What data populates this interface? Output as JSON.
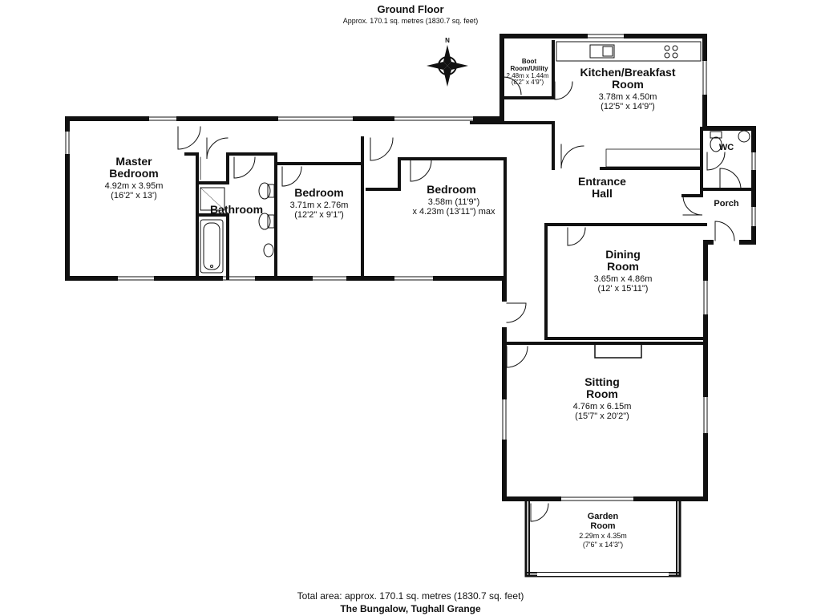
{
  "header": {
    "title": "Ground Floor",
    "subtitle": "Approx. 170.1 sq. metres (1830.7 sq. feet)"
  },
  "compass": {
    "north_label": "N"
  },
  "rooms": {
    "master_bedroom": {
      "name1": "Master",
      "name2": "Bedroom",
      "dim1": "4.92m x 3.95m",
      "dim2": "(16'2\" x 13')"
    },
    "bathroom": {
      "name": "Bathroom"
    },
    "bedroom_2": {
      "name": "Bedroom",
      "dim1": "3.71m x 2.76m",
      "dim2": "(12'2\" x 9'1\")"
    },
    "bedroom_3": {
      "name": "Bedroom",
      "dim1": "3.58m (11'9\")",
      "dim2": "x 4.23m (13'11\") max"
    },
    "boot_room": {
      "name1": "Boot",
      "name2": "Room/Utility",
      "dim1": "2.48m x 1.44m",
      "dim2": "(8'2\" x 4'9\")"
    },
    "kitchen": {
      "name1": "Kitchen/Breakfast",
      "name2": "Room",
      "dim1": "3.78m x 4.50m",
      "dim2": "(12'5\" x 14'9\")"
    },
    "wc": {
      "name": "WC"
    },
    "entrance_hall": {
      "name1": "Entrance",
      "name2": "Hall"
    },
    "porch": {
      "name": "Porch"
    },
    "dining_room": {
      "name1": "Dining",
      "name2": "Room",
      "dim1": "3.65m x 4.86m",
      "dim2": "(12' x 15'11\")"
    },
    "sitting_room": {
      "name1": "Sitting",
      "name2": "Room",
      "dim1": "4.76m x 6.15m",
      "dim2": "(15'7\" x 20'2\")"
    },
    "garden_room": {
      "name1": "Garden",
      "name2": "Room",
      "dim1": "2.29m x 4.35m",
      "dim2": "(7'6\" x 14'3\")"
    }
  },
  "footer": {
    "total_area": "Total area: approx. 170.1 sq. metres (1830.7 sq. feet)",
    "property_name": "The Bungalow, Tughall Grange"
  }
}
